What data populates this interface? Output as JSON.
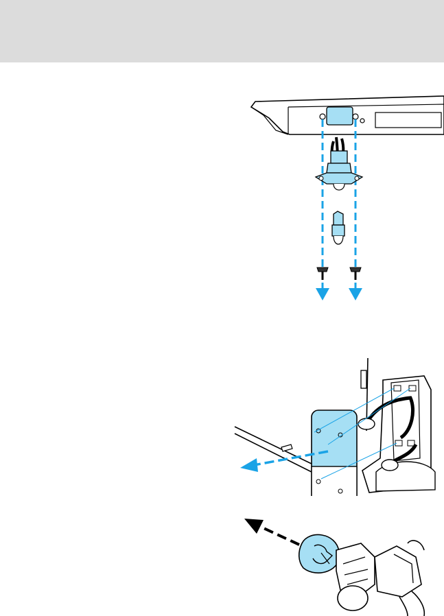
{
  "page": {
    "header_color": "#dcdcdc",
    "background_color": "#ffffff"
  },
  "illustrations": [
    {
      "id": "license-lamp-removal",
      "icon": "license-plate-lamp-exploded-icon"
    },
    {
      "id": "tail-lamp-removal",
      "icon": "tail-lamp-assembly-icon"
    },
    {
      "id": "bulb-replacement",
      "icon": "bulb-socket-icon"
    }
  ],
  "colors": {
    "accent_blue": "#1aa3e6",
    "fill_blue": "#a6dff4",
    "line": "#000000"
  }
}
